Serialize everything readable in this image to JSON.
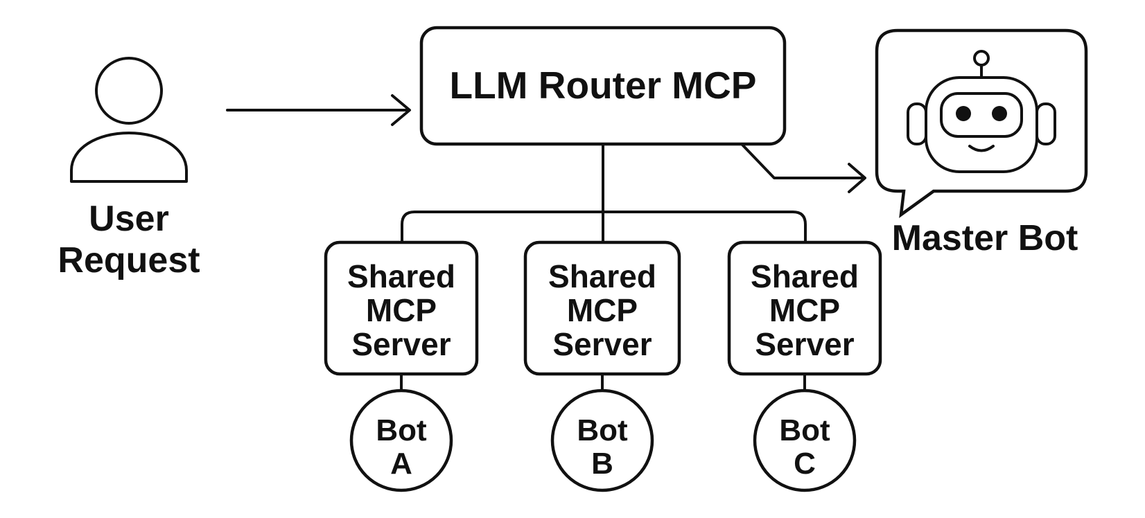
{
  "user": {
    "label_line1": "User",
    "label_line2": "Request"
  },
  "router": {
    "label": "LLM Router MCP"
  },
  "master_bot": {
    "label": "Master Bot",
    "icon": "robot-icon"
  },
  "servers": [
    {
      "line1": "Shared",
      "line2": "MCP",
      "line3": "Server"
    },
    {
      "line1": "Shared",
      "line2": "MCP",
      "line3": "Server"
    },
    {
      "line1": "Shared",
      "line2": "MCP",
      "line3": "Server"
    }
  ],
  "bots": [
    {
      "line1": "Bot",
      "line2": "A"
    },
    {
      "line1": "Bot",
      "line2": "B"
    },
    {
      "line1": "Bot",
      "line2": "C"
    }
  ],
  "colors": {
    "ink": "#111111",
    "background": "#ffffff"
  }
}
